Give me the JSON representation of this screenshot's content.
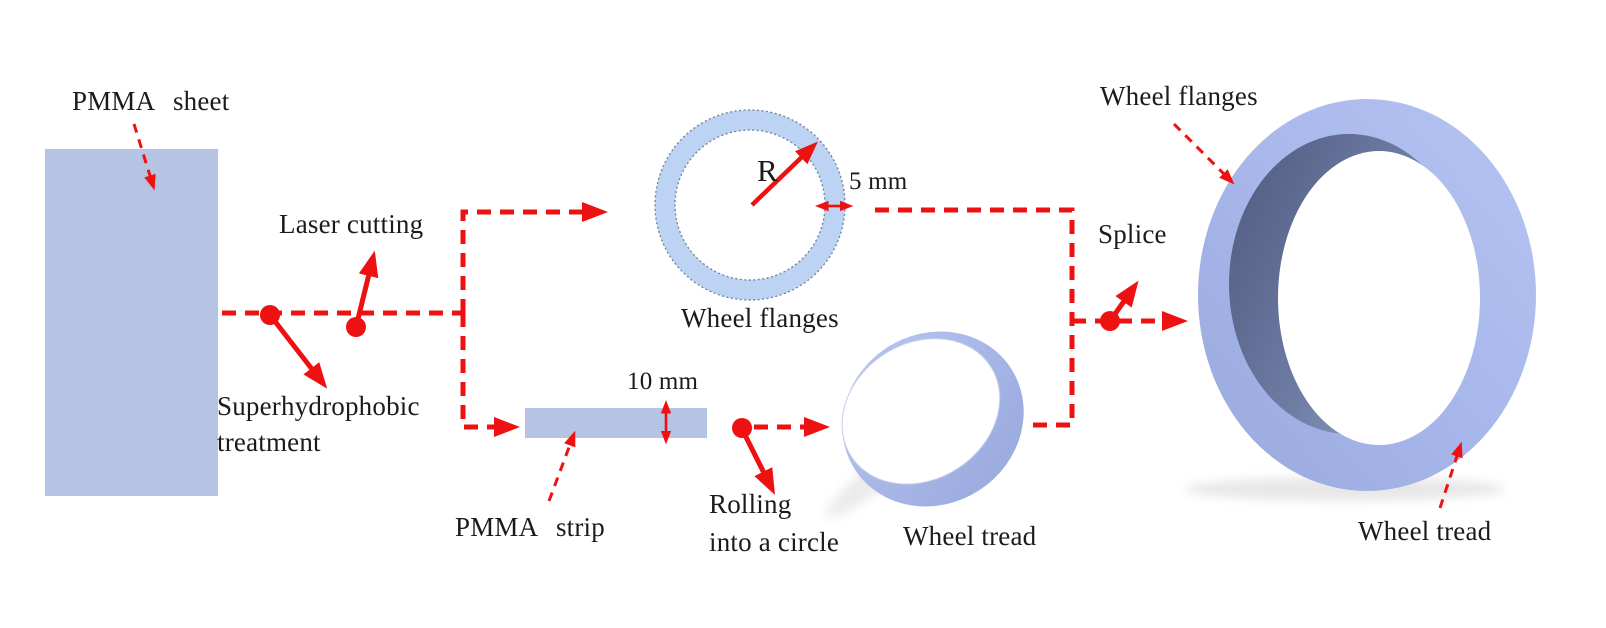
{
  "figure": {
    "type": "process-flow-diagram",
    "description": "Fabrication process of a superhydrophobic PMMA wheel"
  },
  "labels": {
    "pmma_sheet": "PMMA  sheet",
    "laser_cutting": "Laser cutting",
    "superhydrophobic": "Superhydrophobic\ntreatment",
    "wheel_flanges_mid": "Wheel flanges",
    "radius": "R",
    "dim_5mm": "5 mm",
    "dim_10mm": "10 mm",
    "pmma_strip": "PMMA  strip",
    "rolling_line1": "Rolling",
    "rolling_line2": "into a circle",
    "wheel_tread_mid": "Wheel tread",
    "splice": "Splice",
    "wheel_flanges_right": "Wheel flanges",
    "wheel_tread_right": "Wheel tread"
  },
  "colors": {
    "flow_red": "#ee1111",
    "text_black": "#1b1b1b",
    "sheet_fill": "#b5c4e3",
    "ring_fill": "#bdd3f3",
    "tread_fill": "#a9b7e3",
    "wheel_light": "#b2c0f0",
    "wheel_dark_bore": "#57648a",
    "background": "#ffffff"
  }
}
